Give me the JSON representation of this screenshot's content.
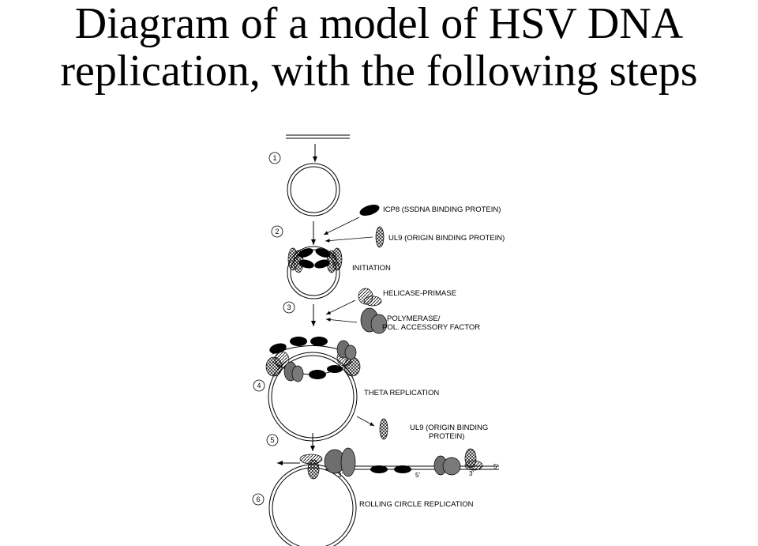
{
  "title": {
    "line1": "Diagram of a model of HSV DNA",
    "line2": "replication, with the following steps"
  },
  "steps": [
    "1",
    "2",
    "3",
    "4",
    "5",
    "6"
  ],
  "legend": {
    "icp8": "ICP8 (SSDNA BINDING PROTEIN)",
    "ul9": "UL9 (ORIGIN BINDING PROTEIN)",
    "helicase": "HELICASE-PRIMASE",
    "polymerase_line1": "POLYMERASE/",
    "polymerase_line2": "POL. ACCESSORY FACTOR",
    "ul9_released_line1": "UL9 (ORIGIN BINDING",
    "ul9_released_line2": "PROTEIN)"
  },
  "stage_labels": {
    "initiation": "INITIATION",
    "theta": "THETA REPLICATION",
    "rolling": "ROLLING CIRCLE REPLICATION"
  },
  "strand_labels": {
    "three_prime_a": "3'",
    "five_prime_a": "5'",
    "three_prime_b": "3'",
    "five_prime_b": "5'"
  }
}
